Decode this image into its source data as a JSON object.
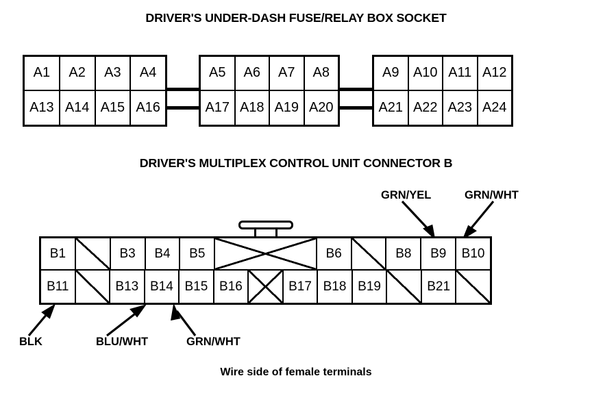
{
  "titles": {
    "connector_a": "DRIVER'S UNDER-DASH FUSE/RELAY BOX SOCKET",
    "connector_b": "DRIVER'S MULTIPLEX CONTROL UNIT CONNECTOR B"
  },
  "caption": "Wire side of female terminals",
  "colors": {
    "line": "#000000",
    "background": "#ffffff"
  },
  "connector_a": {
    "name": "DRIVER'S UNDER-DASH FUSE/RELAY BOX SOCKET",
    "sections": [
      {
        "id": "section-1",
        "top_row": [
          "A1",
          "A2",
          "A3",
          "A4"
        ],
        "bottom_row": [
          "A13",
          "A14",
          "A15",
          "A16"
        ]
      },
      {
        "id": "section-2",
        "top_row": [
          "A5",
          "A6",
          "A7",
          "A8"
        ],
        "bottom_row": [
          "A17",
          "A18",
          "A19",
          "A20"
        ]
      },
      {
        "id": "section-3",
        "top_row": [
          "A9",
          "A10",
          "A11",
          "A12"
        ],
        "bottom_row": [
          "A21",
          "A22",
          "A23",
          "A24"
        ]
      }
    ]
  },
  "connector_b": {
    "name": "DRIVER'S MULTIPLEX CONTROL UNIT CONNECTOR B",
    "columns": 13,
    "top_row": [
      {
        "label": "B1",
        "span": 1,
        "fill": "none"
      },
      {
        "label": "",
        "span": 1,
        "fill": "diagonal"
      },
      {
        "label": "B3",
        "span": 1,
        "fill": "none"
      },
      {
        "label": "B4",
        "span": 1,
        "fill": "none"
      },
      {
        "label": "B5",
        "span": 1,
        "fill": "none"
      },
      {
        "label": "",
        "span": 3,
        "fill": "cross"
      },
      {
        "label": "B6",
        "span": 1,
        "fill": "none"
      },
      {
        "label": "",
        "span": 1,
        "fill": "diagonal"
      },
      {
        "label": "B8",
        "span": 1,
        "fill": "none"
      },
      {
        "label": "B9",
        "span": 1,
        "fill": "none"
      },
      {
        "label": "B10",
        "span": 1,
        "fill": "none"
      }
    ],
    "bottom_row": [
      {
        "label": "B11",
        "span": 1,
        "fill": "none"
      },
      {
        "label": "",
        "span": 1,
        "fill": "diagonal"
      },
      {
        "label": "B13",
        "span": 1,
        "fill": "none"
      },
      {
        "label": "B14",
        "span": 1,
        "fill": "none"
      },
      {
        "label": "B15",
        "span": 1,
        "fill": "none"
      },
      {
        "label": "B16",
        "span": 1,
        "fill": "none"
      },
      {
        "label": "",
        "span": 1,
        "fill": "cross"
      },
      {
        "label": "B17",
        "span": 1,
        "fill": "none"
      },
      {
        "label": "B18",
        "span": 1,
        "fill": "none"
      },
      {
        "label": "B19",
        "span": 1,
        "fill": "none"
      },
      {
        "label": "",
        "span": 1,
        "fill": "diagonal"
      },
      {
        "label": "B21",
        "span": 1,
        "fill": "none"
      },
      {
        "label": "",
        "span": 1,
        "fill": "diagonal"
      }
    ]
  },
  "callouts": {
    "grn_yel": "GRN/YEL",
    "grn_wht_top": "GRN/WHT",
    "blk": "BLK",
    "blu_wht": "BLU/WHT",
    "grn_wht_bottom": "GRN/WHT"
  }
}
